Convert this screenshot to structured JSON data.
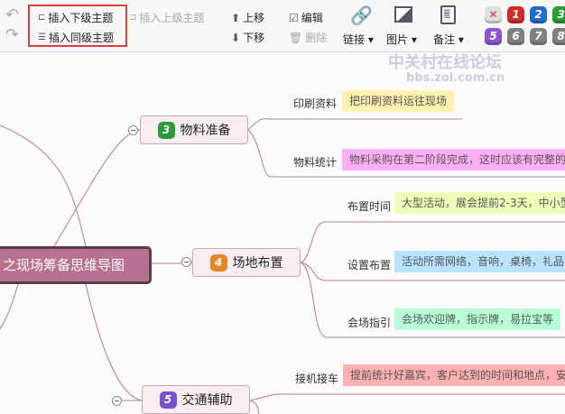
{
  "toolbar": {
    "insert_child": "插入下级主题",
    "insert_sibling": "插入同级主题",
    "insert_parent": "插入上级主题",
    "move_up": "上移",
    "move_down": "下移",
    "edit": "编辑",
    "delete": "删除",
    "link": "链接 ▾",
    "image": "图片 ▾",
    "note": "备注 ▾",
    "priorities_row1": [
      {
        "label": "✕",
        "color": "#e0e0e0"
      },
      {
        "label": "1",
        "color": "#d42a2a"
      },
      {
        "label": "2",
        "color": "#1f6fd0"
      },
      {
        "label": "3",
        "color": "#2a9a3a"
      }
    ],
    "priorities_row2": [
      {
        "label": "5",
        "color": "#8a55d0"
      },
      {
        "label": "6",
        "color": "#808080"
      },
      {
        "label": "7",
        "color": "#808080"
      },
      {
        "label": "8",
        "color": "#808080"
      }
    ]
  },
  "mindmap": {
    "root": "之现场筹备思维导图",
    "topics": [
      {
        "badge": "3",
        "badge_color": "#2a9a3a",
        "label": "物料准备",
        "children": [
          {
            "label": "印刷资料",
            "note": "把印刷资料运往现场",
            "note_color": "#fff0b0"
          },
          {
            "label": "物料统计",
            "note": "物料采购在第二阶段完成，这时应该有完整的",
            "note_color": "#ffb0f5"
          }
        ]
      },
      {
        "badge": "4",
        "badge_color": "#e8862a",
        "label": "场地布置",
        "children": [
          {
            "label": "布置时间",
            "note": "大型活动，展会提前2-3天，中小型",
            "note_color": "#eeffb8"
          },
          {
            "label": "设置布置",
            "note": "活动所需网络，音响，桌椅，礼品",
            "note_color": "#b8e4ff"
          },
          {
            "label": "会场指引",
            "note": "会场欢迎牌，指示牌，易拉宝等",
            "note_color": "#b8ffd8"
          }
        ]
      },
      {
        "badge": "5",
        "badge_color": "#7a50d0",
        "label": "交通辅助",
        "children": [
          {
            "label": "接机接车",
            "note": "提前统计好嘉宾，客户达到的时间和地点，安",
            "note_color": "#ffb0b0"
          }
        ]
      }
    ]
  },
  "watermark": {
    "line1": "中关村在线论坛",
    "line2": "bbs.zol.com.cn"
  }
}
